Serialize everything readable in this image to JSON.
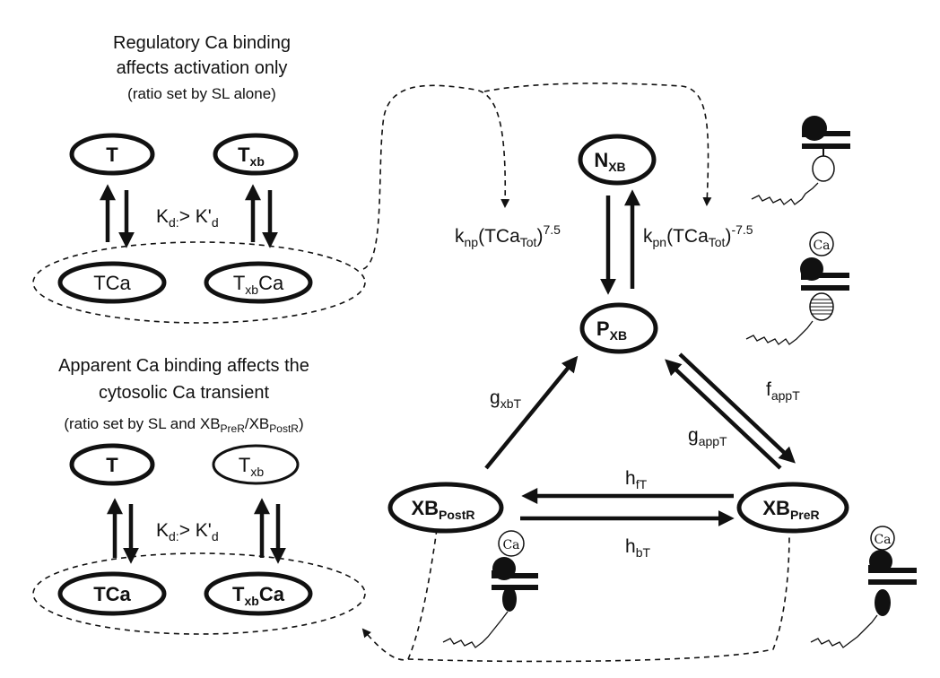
{
  "top_panel": {
    "caption_line1": "Regulatory Ca binding",
    "caption_line2": "affects activation only",
    "caption_line3": "(ratio set by SL alone)",
    "node_T": "T",
    "node_Txb_main": "T",
    "node_Txb_sub": "xb",
    "node_TCa": "TCa",
    "node_TxbCa_main": "T",
    "node_TxbCa_sub": "xb",
    "node_TxbCa_tail": "Ca",
    "kd_main": "K",
    "kd_sub": "d:",
    "kd_gt": "> K'",
    "kd_sub2": "d"
  },
  "bottom_panel": {
    "caption_line1": "Apparent Ca binding affects the",
    "caption_line2": "cytosolic Ca transient",
    "caption_line3_pre": "(ratio set by SL and XB",
    "caption_line3_sub1": "PreR",
    "caption_line3_mid": "/XB",
    "caption_line3_sub2": "PostR",
    "caption_line3_post": ")",
    "node_T": "T",
    "node_Txb_main": "T",
    "node_Txb_sub": "xb",
    "node_TCa": "TCa",
    "node_TxbCa_main": "T",
    "node_TxbCa_sub": "xb",
    "node_TxbCa_tail": "Ca",
    "kd_main": "K",
    "kd_sub": "d:",
    "kd_gt": "> K'",
    "kd_sub2": "d"
  },
  "cycle": {
    "NXB_main": "N",
    "NXB_sub": "XB",
    "PXB_main": "P",
    "PXB_sub": "XB",
    "XBPostR_main": "XB",
    "XBPostR_sub": "PostR",
    "XBPreR_main": "XB",
    "XBPreR_sub": "PreR",
    "knp_main": "k",
    "knp_sub": "np",
    "knp_mid": "(TCa",
    "knp_sub2": "Tot",
    "knp_close": ")",
    "knp_exp": "7.5",
    "kpn_main": "k",
    "kpn_sub": "pn",
    "kpn_mid": "(TCa",
    "kpn_sub2": "Tot",
    "kpn_close": ")",
    "kpn_exp": "-7.5",
    "gxbT_main": "g",
    "gxbT_sub": "xbT",
    "fappT_main": "f",
    "fappT_sub": "appT",
    "gappT_main": "g",
    "gappT_sub": "appT",
    "hfT_main": "h",
    "hfT_sub": "fT",
    "hbT_main": "h",
    "hbT_sub": "bT"
  },
  "icons": {
    "ca_label": "Ca"
  }
}
